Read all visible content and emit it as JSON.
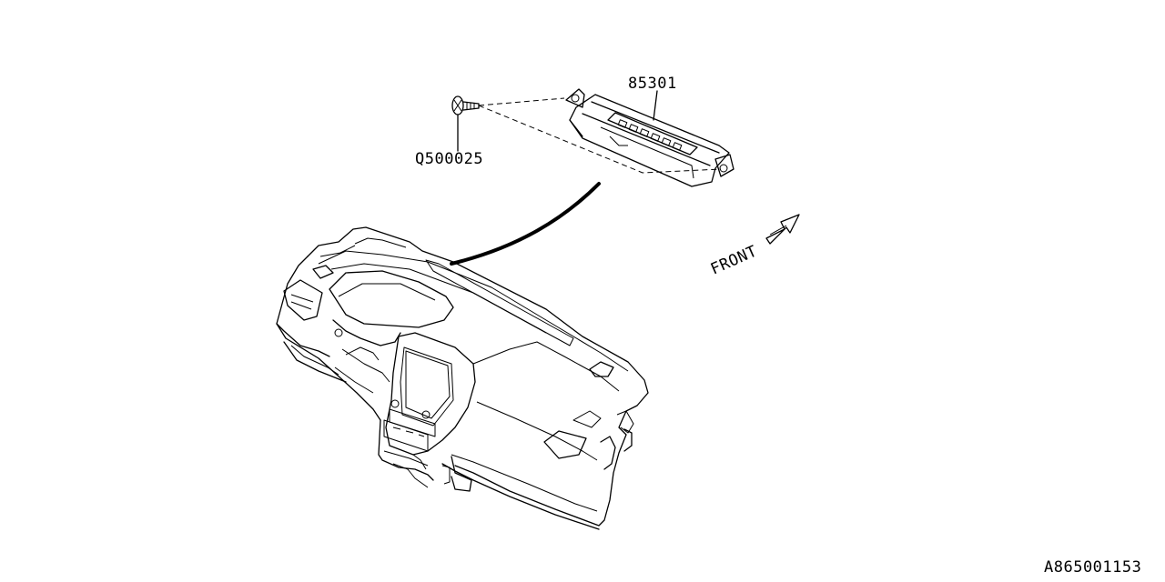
{
  "labels": {
    "part_module": "85301",
    "part_screw": "Q500025",
    "direction": "FRONT",
    "diagram_id": "A865001153"
  }
}
